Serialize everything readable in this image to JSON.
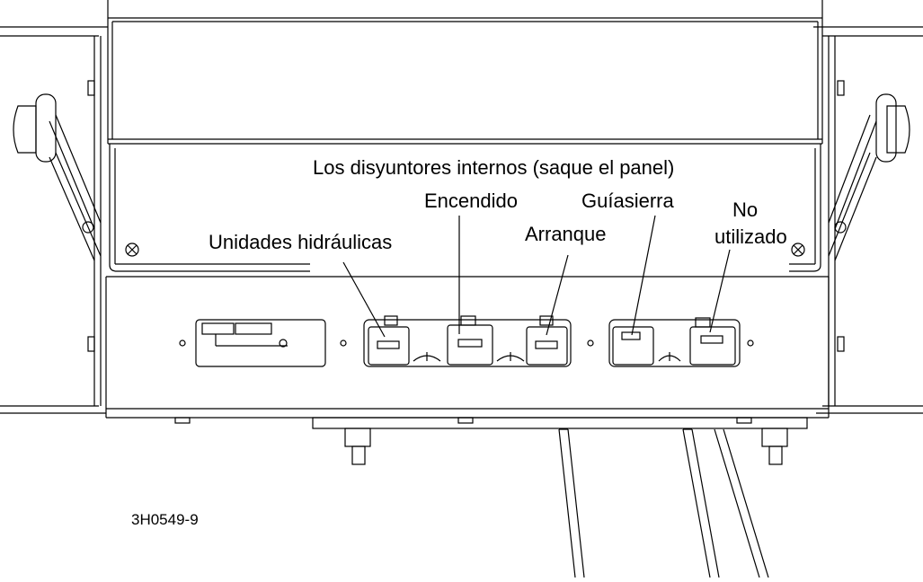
{
  "title": "Los disyuntores internos (saque el panel)",
  "labels": {
    "hydraulics": "Unidades hidráulicas",
    "power": "Encendido",
    "start": "Arranque",
    "saw_guide": "Guíasierra",
    "unused_line1": "No",
    "unused_line2": "utilizado"
  },
  "figure_code": "3H0549-9"
}
